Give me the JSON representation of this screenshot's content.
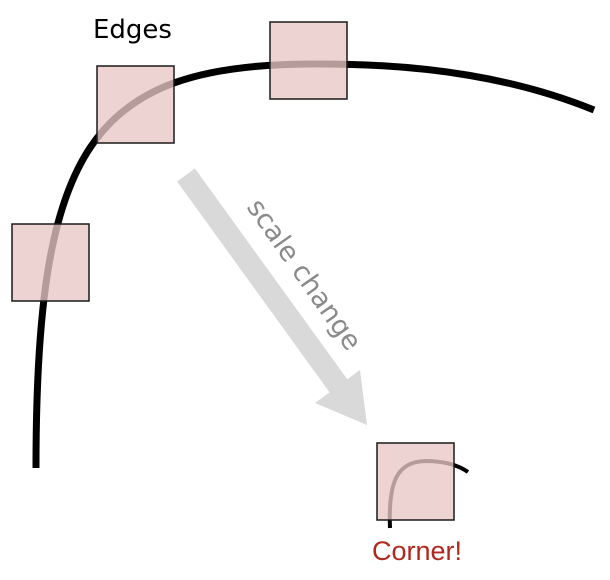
{
  "labels": {
    "edges": "Edges",
    "scale_change": "scale change",
    "corner": "Corner!"
  },
  "colors": {
    "curve": "#000000",
    "window_fill": "#e8c6c4",
    "window_stroke": "#1a1a1a",
    "curve_under_window": "#6b4643",
    "arrow": "#d9d9d9",
    "scale_text": "#8a8a8a",
    "corner_text": "#b0271e"
  }
}
